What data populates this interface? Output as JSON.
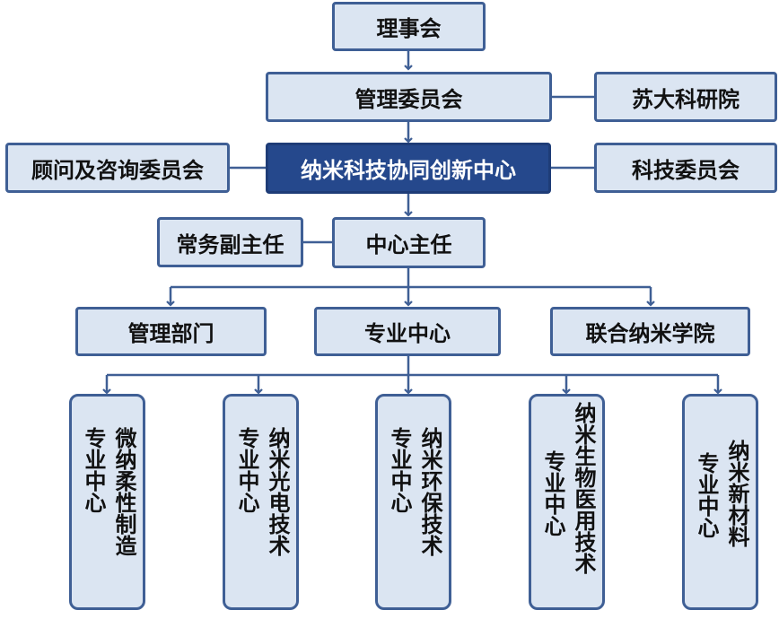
{
  "nodes": {
    "board": "理事会",
    "management_committee": "管理委员会",
    "suda_institute": "苏大科研院",
    "advisory_committee": "顾问及咨询委员会",
    "nano_center": "纳米科技协同创新中心",
    "tech_committee": "科技委员会",
    "deputy_director": "常务副主任",
    "center_director": "中心主任",
    "management_dept": "管理部门",
    "specialty_centers": "专业中心",
    "joint_nano_college": "联合纳米学院"
  },
  "specialty_columns": [
    {
      "col1": "微纳柔性制造",
      "col2": "专业中心"
    },
    {
      "col1": "纳米光电技术",
      "col2": "专业中心"
    },
    {
      "col1": "纳米环保技术",
      "col2": "专业中心"
    },
    {
      "col1": "纳米生物医用技术",
      "col2": "专业中心"
    },
    {
      "col1": "纳米新材料",
      "col2": "专业中心"
    }
  ],
  "colors": {
    "box_fill": "#dbe5f2",
    "box_border": "#3f5f95",
    "main_fill": "#25488c",
    "main_text": "#ffffff",
    "line": "#3f5f95"
  }
}
